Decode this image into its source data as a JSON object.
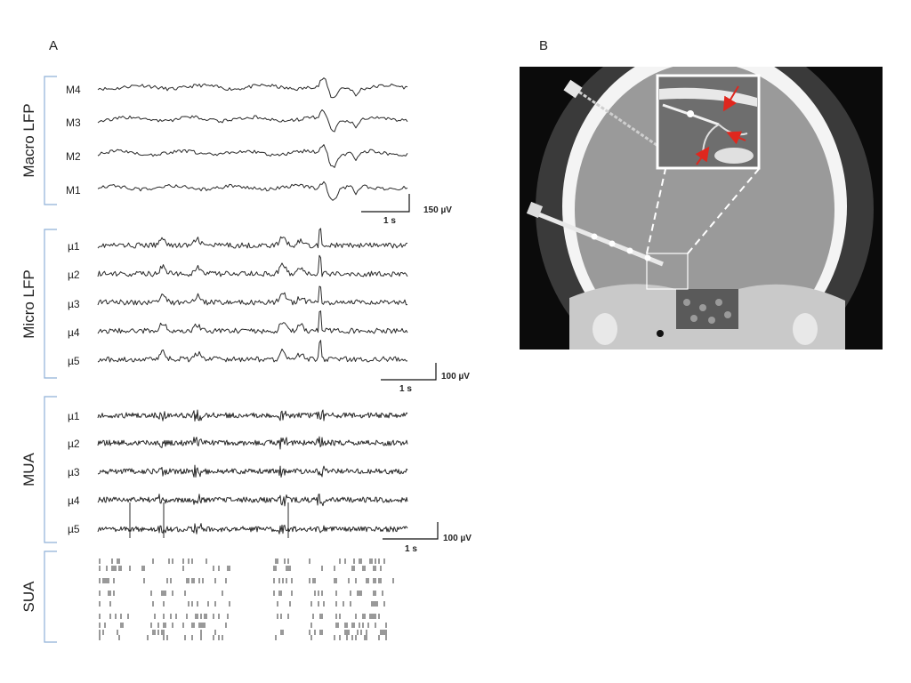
{
  "panels": {
    "a_label": "A",
    "b_label": "B"
  },
  "groups": {
    "macro": {
      "title": "Macro LFP",
      "channels": [
        "M4",
        "M3",
        "M2",
        "M1"
      ],
      "scale_time": "1 s",
      "scale_amp": "150 µV"
    },
    "micro": {
      "title": "Micro LFP",
      "channels": [
        "µ1",
        "µ2",
        "µ3",
        "µ4",
        "µ5"
      ],
      "scale_time": "1 s",
      "scale_amp": "100 µV"
    },
    "mua": {
      "title": "MUA",
      "channels": [
        "µ1",
        "µ2",
        "µ3",
        "µ4",
        "µ5"
      ],
      "scale_time": "1 s",
      "scale_amp": "100 µV"
    },
    "sua": {
      "title": "SUA"
    }
  },
  "ct_image": {
    "inset_arrows": 3,
    "arrow_color": "#e0271e"
  }
}
